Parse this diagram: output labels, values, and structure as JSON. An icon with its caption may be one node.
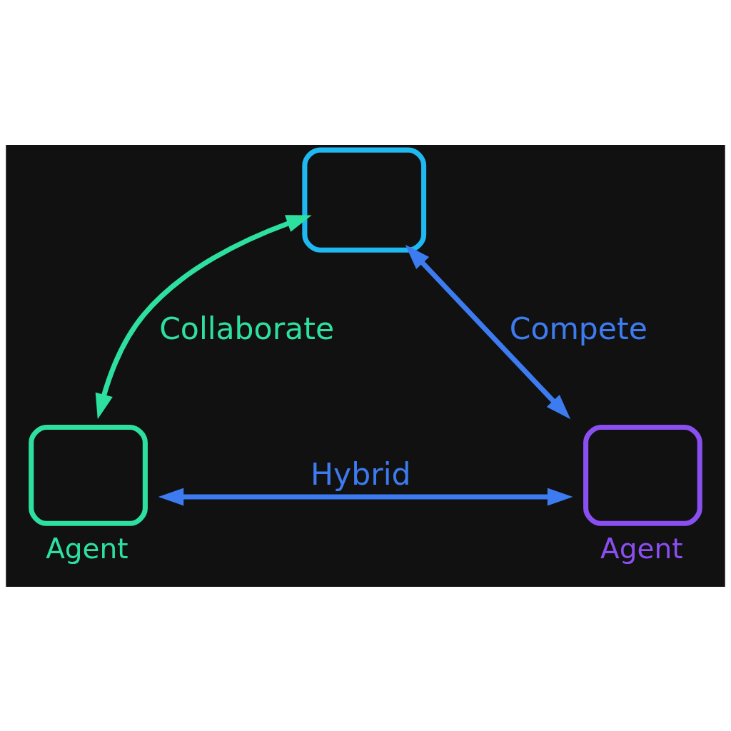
{
  "diagram": {
    "nodes": [
      {
        "text": [],
        "shape": "person"
      },
      {
        "text": [],
        "shape": "person",
        "beside": [
          "Agent"
        ]
      },
      {
        "text": [],
        "shape": "person",
        "beside": [
          "Agent"
        ]
      }
    ],
    "edges": [
      {
        "from": 0,
        "to": 1,
        "arrow": "both",
        "label": "Collaborate",
        "color": "#2ee0a0"
      },
      {
        "from": 0,
        "to": 2,
        "arrow": "both",
        "label": "Compete"
      },
      {
        "from": 1,
        "to": 2,
        "arrow": "both",
        "label": "Hybrid"
      }
    ]
  }
}
